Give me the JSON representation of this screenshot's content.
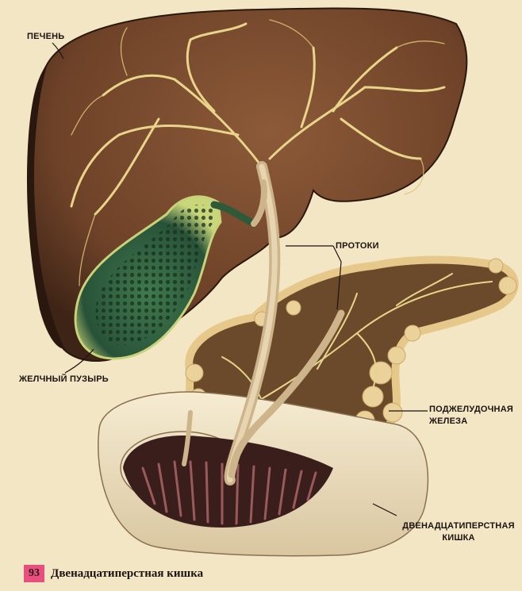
{
  "labels": {
    "liver": "ПЕЧЕНЬ",
    "gallbladder": "ЖЕЛЧНЫЙ ПУЗЫРЬ",
    "ducts": "ПРОТОКИ",
    "pancreas_line1": "ПОДЖЕЛУДОЧНАЯ",
    "pancreas_line2": "ЖЕЛЕЗА",
    "duodenum_line1": "ДВЕНАДЦАТИПЕРСТНАЯ",
    "duodenum_line2": "КИШКА"
  },
  "caption": {
    "page_number": "93",
    "text": "Двенадцатиперстная кишка"
  },
  "colors": {
    "background": "#f3e6c4",
    "liver": "#7a4a2e",
    "liver_dark": "#3a2316",
    "ducts": "#e8d58a",
    "gallbladder": "#2e5a3a",
    "pancreas": "#6a4a2a",
    "pancreas_edge": "#e6c98a",
    "duodenum": "#efe2c4",
    "duodenum_inner": "#4a2a26",
    "page_badge": "#e84f7e"
  }
}
